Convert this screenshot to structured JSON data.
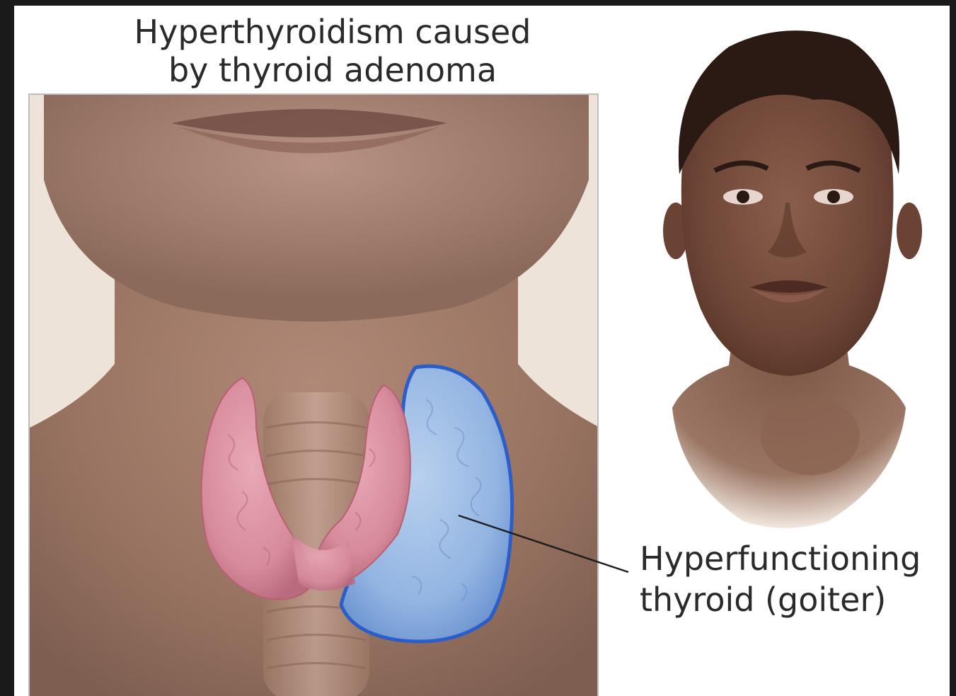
{
  "figure": {
    "title_line1": "Hyperthyroidism caused",
    "title_line2": "by thyroid adenoma",
    "callout_line1": "Hyperfunctioning",
    "callout_line2": "thyroid (goiter)"
  },
  "colors": {
    "background_outer": "#1a1a1a",
    "panel": "#ffffff",
    "skin": "#9a7360",
    "normal_thyroid": "#d98a9c",
    "hyperfunctioning_lobe": "#8fb3e0",
    "lobe_outline": "#2b5fc7"
  }
}
